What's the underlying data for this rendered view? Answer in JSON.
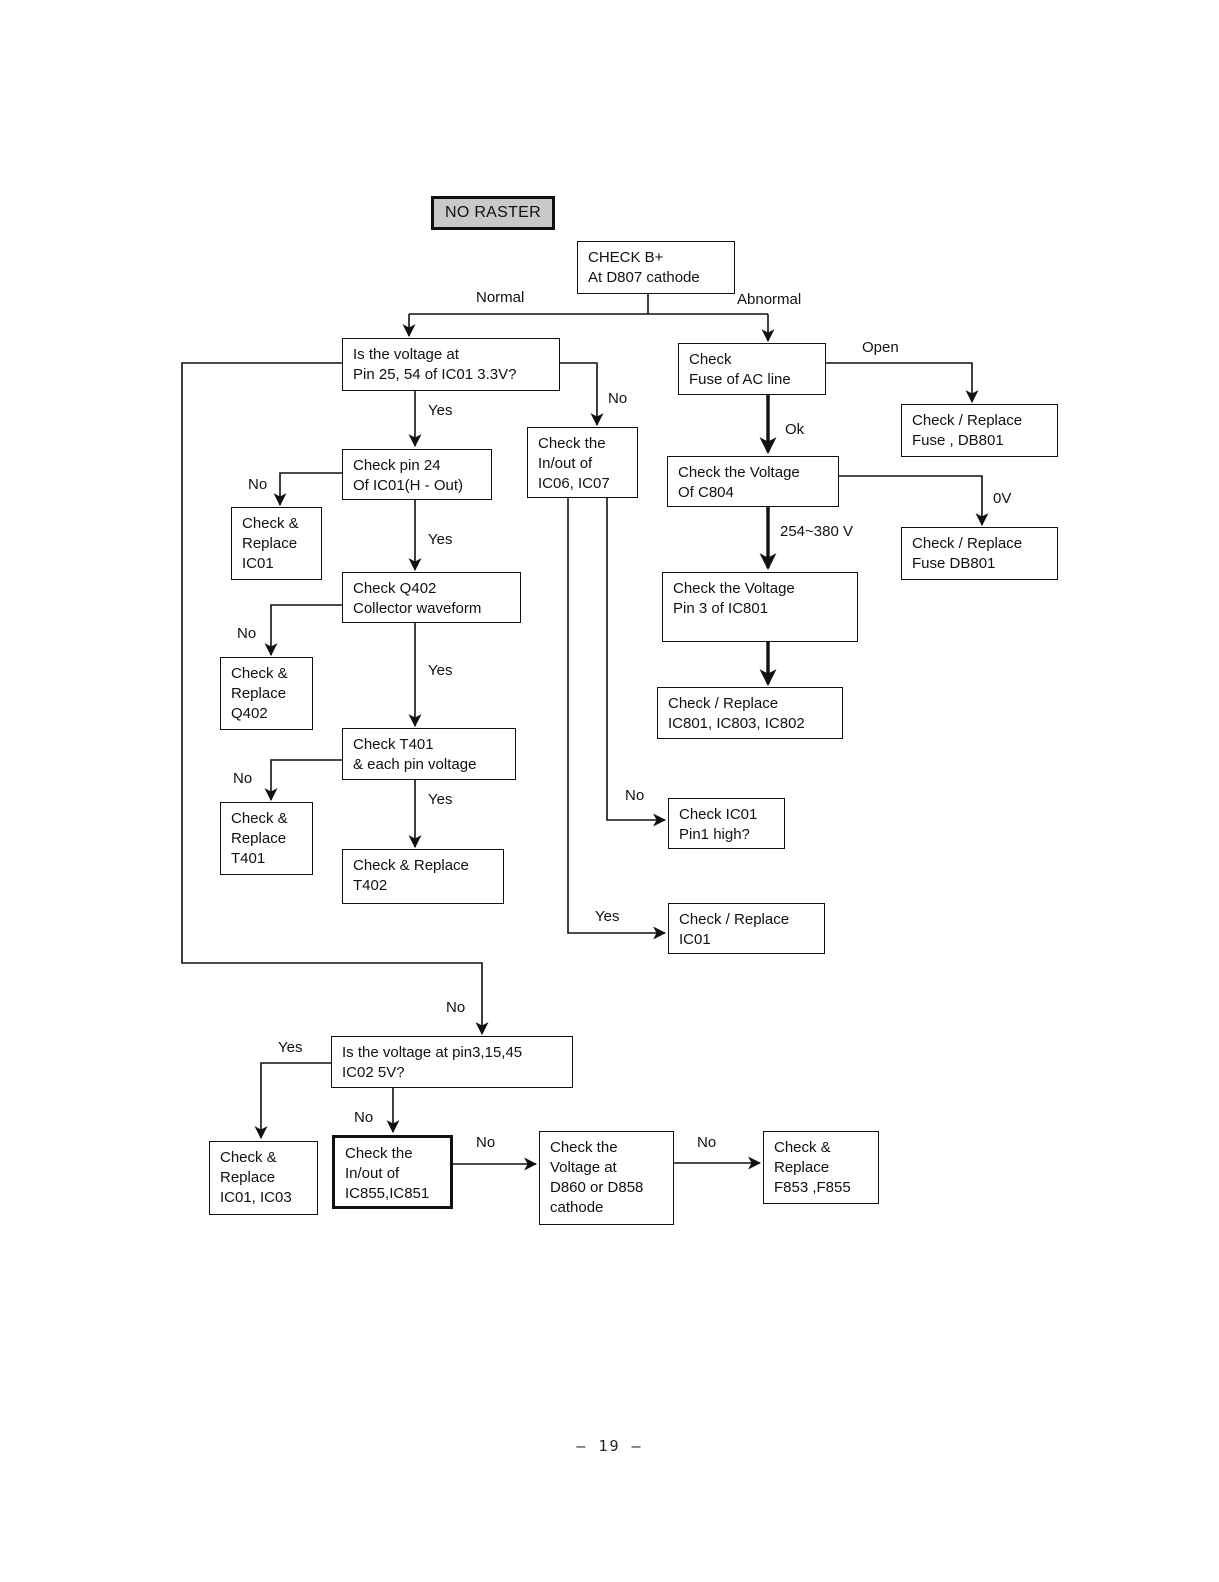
{
  "page": {
    "number_label": "– 19 –"
  },
  "flowchart": {
    "nodes": {
      "no_raster": "NO RASTER",
      "check_b": "CHECK B+\nAt D807 cathode",
      "q_ic01": "Is the voltage at\nPin 25, 54 of IC01 3.3V?",
      "fuse_ac": "Check\nFuse of AC line",
      "fuse_db801_a": "Check / Replace\nFuse , DB801",
      "c804": "Check the Voltage\nOf C804",
      "fuse_db801_b": "Check / Replace\nFuse DB801",
      "pin24": "Check pin 24\nOf IC01(H - Out)",
      "ic06_07": "Check the\nIn/out of\nIC06, IC07",
      "replace_ic01a": "Check &\nReplace\nIC01",
      "q402": "Check Q402\nCollector waveform",
      "replace_q402": "Check &\nReplace\nQ402",
      "pin3_ic801": "Check the Voltage\nPin 3 of IC801",
      "replace_ic801": "Check / Replace\nIC801, IC803, IC802",
      "t401": "Check T401\n& each pin voltage",
      "replace_t401": "Check &\nReplace\nT401",
      "t402": "Check & Replace\nT402",
      "pin1_high": "Check IC01\nPin1 high?",
      "replace_ic01b": "Check / Replace\nIC01",
      "ic02_5v": "Is the voltage at pin3,15,45\nIC02 5V?",
      "replace_ic01_03": "Check &\nReplace\nIC01, IC03",
      "ic855": "Check the\nIn/out of\nIC855,IC851",
      "d860": "Check the\nVoltage at\nD860 or D858\ncathode",
      "f853": "Check &\nReplace\nF853 ,F855"
    },
    "edge_labels": {
      "normal": "Normal",
      "abnormal": "Abnormal",
      "open": "Open",
      "ok": "Ok",
      "v254": "254~380 V",
      "v0": "0V",
      "no_ic0607": "No",
      "yes_1": "Yes",
      "no_1": "No",
      "yes_2": "Yes",
      "no_2": "No",
      "yes_3": "Yes",
      "no_3": "No",
      "yes_4": "Yes",
      "no_pin1": "No",
      "yes_ic01": "Yes",
      "no_b1": "No",
      "yes_b": "Yes",
      "no_b2": "No",
      "no_b3": "No",
      "no_b4": "No"
    }
  }
}
